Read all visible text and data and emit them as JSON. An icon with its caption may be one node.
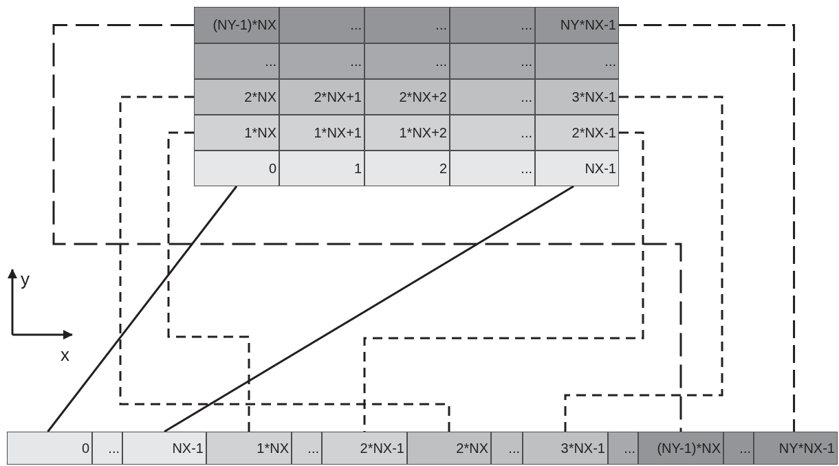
{
  "diagram": {
    "nodes": [
      {
        "text": [
          "(NY-1)*NX"
        ]
      },
      {
        "text": [
          "..."
        ]
      },
      {
        "text": [
          "..."
        ]
      },
      {
        "text": [
          "..."
        ]
      },
      {
        "text": [
          "NY*NX-1"
        ]
      },
      {
        "text": [
          "..."
        ]
      },
      {
        "text": [
          "..."
        ]
      },
      {
        "text": [
          "..."
        ]
      },
      {
        "text": [
          "..."
        ]
      },
      {
        "text": [
          "..."
        ]
      },
      {
        "text": [
          "2*NX"
        ]
      },
      {
        "text": [
          "2*NX+1"
        ]
      },
      {
        "text": [
          "2*NX+2"
        ]
      },
      {
        "text": [
          "..."
        ]
      },
      {
        "text": [
          "3*NX-1"
        ]
      },
      {
        "text": [
          "1*NX"
        ]
      },
      {
        "text": [
          "1*NX+1"
        ]
      },
      {
        "text": [
          "1*NX+2"
        ]
      },
      {
        "text": [
          "..."
        ]
      },
      {
        "text": [
          "2*NX-1"
        ]
      },
      {
        "text": [
          "0"
        ]
      },
      {
        "text": [
          "1"
        ]
      },
      {
        "text": [
          "2"
        ]
      },
      {
        "text": [
          "..."
        ]
      },
      {
        "text": [
          "NX-1"
        ]
      },
      {
        "text": [
          "0"
        ]
      },
      {
        "text": [
          "..."
        ]
      },
      {
        "text": [
          "NX-1"
        ]
      },
      {
        "text": [
          "1*NX"
        ]
      },
      {
        "text": [
          "..."
        ]
      },
      {
        "text": [
          "2*NX-1"
        ]
      },
      {
        "text": [
          "2*NX"
        ]
      },
      {
        "text": [
          "..."
        ]
      },
      {
        "text": [
          "3*NX-1"
        ]
      },
      {
        "text": [
          "..."
        ]
      },
      {
        "text": [
          "(NY-1)*NX"
        ]
      },
      {
        "text": [
          "..."
        ]
      },
      {
        "text": [
          "NY*NX-1"
        ]
      }
    ],
    "edges": [
      {
        "from": 20,
        "to": 25,
        "arrow": "none"
      },
      {
        "from": 24,
        "to": 27,
        "arrow": "none"
      },
      {
        "from": 15,
        "to": 28,
        "arrow": "none",
        "style": "dashed"
      },
      {
        "from": 19,
        "to": 30,
        "arrow": "none",
        "style": "dashed"
      },
      {
        "from": 10,
        "to": 31,
        "arrow": "none",
        "style": "dashed"
      },
      {
        "from": 14,
        "to": 33,
        "arrow": "none",
        "style": "dashed"
      },
      {
        "from": 0,
        "to": 35,
        "arrow": "none",
        "style": "dashed"
      },
      {
        "from": 4,
        "to": 37,
        "arrow": "none",
        "style": "dashed"
      }
    ],
    "labels": [
      "y",
      "x"
    ]
  }
}
